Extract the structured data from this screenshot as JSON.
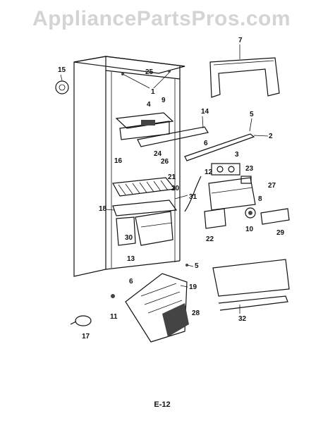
{
  "watermark": "AppliancePartsPros.com",
  "page_label": "E-12",
  "callouts": [
    "1",
    "2",
    "3",
    "4",
    "5",
    "6",
    "7",
    "8",
    "9",
    "10",
    "11",
    "12",
    "13",
    "14",
    "15",
    "16",
    "17",
    "18",
    "19",
    "20",
    "21",
    "22",
    "23",
    "24",
    "25",
    "26",
    "27",
    "28",
    "29",
    "30",
    "31",
    "32"
  ],
  "colors": {
    "ink": "#111111",
    "watermark": "#d4d4d4",
    "background": "#ffffff"
  }
}
